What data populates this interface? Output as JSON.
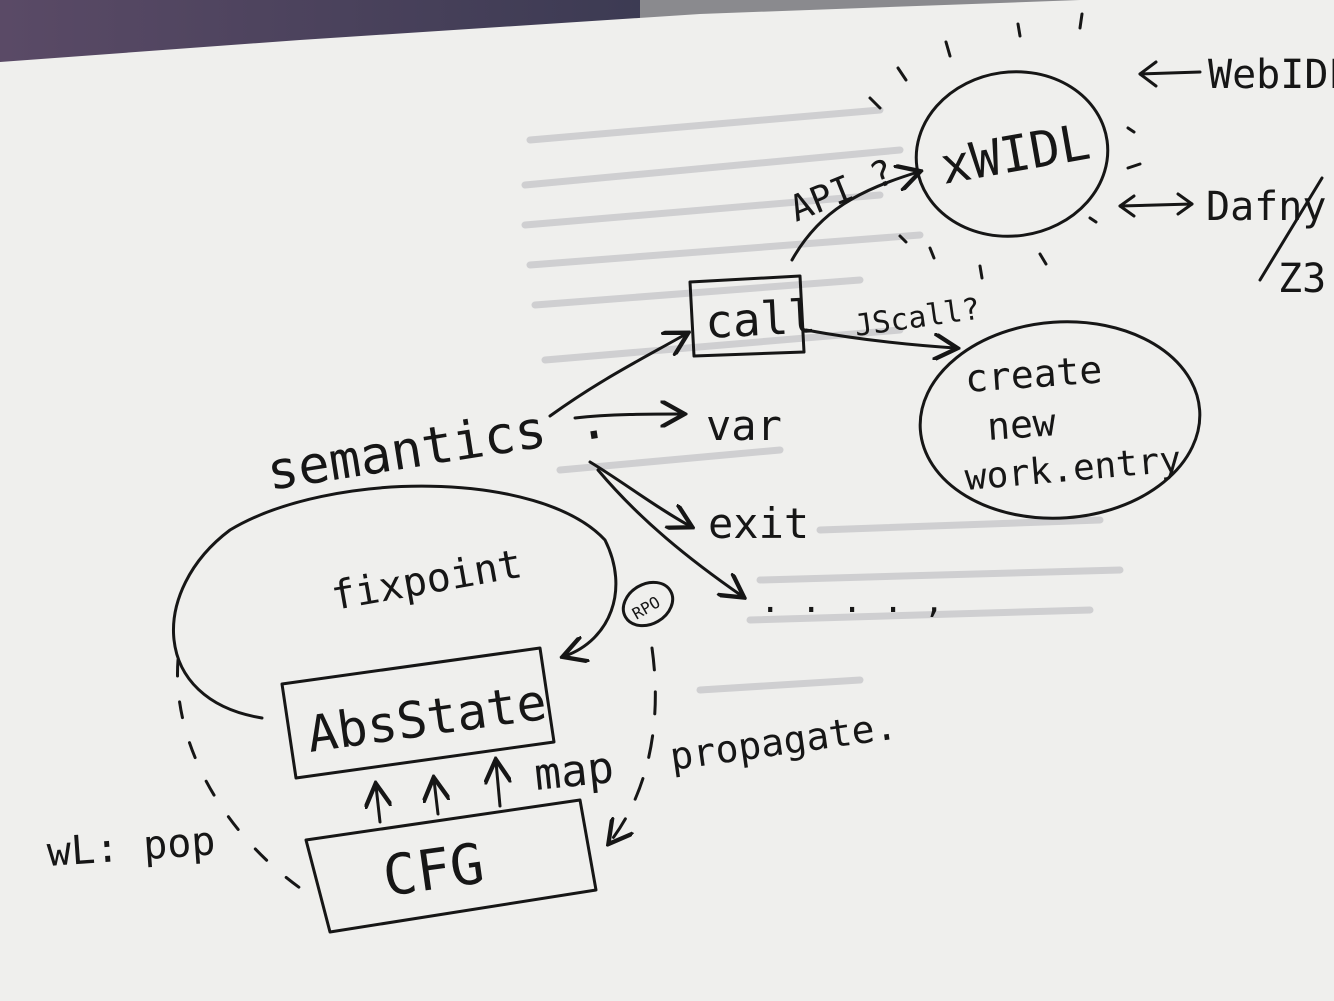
{
  "nodes": {
    "xwidl": "xWIDL",
    "call": "call",
    "create_line1": "create",
    "create_line2": "new",
    "create_line3": "work.entry",
    "absstate": "AbsState",
    "cfg": "CFG"
  },
  "labels": {
    "webidl": "WebIDL",
    "dafny": "Dafny",
    "z3": "Z3",
    "api": "API ?",
    "jscall": "JScall?",
    "semantics": "semantics .",
    "var": "var",
    "exit": "exit",
    "ellipsis": ". . . . ,",
    "fixpoint": "fixpoint",
    "map": "map",
    "propagate": "propagate.",
    "wl_pop": "wL: pop",
    "circled": "RPO"
  },
  "colors": {
    "paper": "#efefed",
    "ink": "#161616",
    "bleed": "#c9c9cb"
  }
}
